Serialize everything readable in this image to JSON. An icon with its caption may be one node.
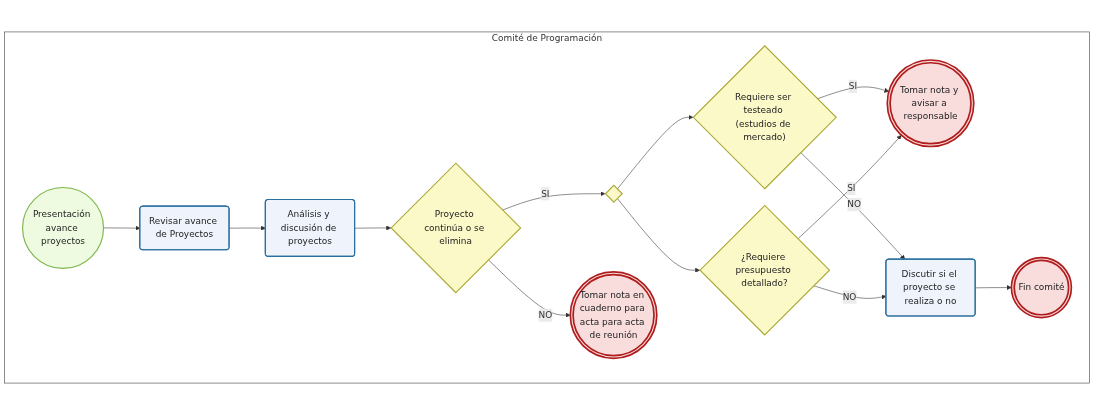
{
  "diagram": {
    "nodes": [
      {
        "text": [
          "Comité de Programación"
        ]
      },
      {
        "text": [
          "Presentación avance proyectos"
        ],
        "in": 0
      },
      {
        "text": [
          "Revisar avance de Proyectos"
        ],
        "in": 0
      },
      {
        "text": [
          "Análisis y discusión de proyectos"
        ],
        "in": 0
      },
      {
        "text": [
          "Proyecto continúa o se elimina"
        ],
        "in": 0
      },
      {
        "text": [
          "Tomar nota en cuaderno para acta para acta de reunión"
        ],
        "in": 0
      },
      {
        "text": [],
        "shape": "diamond",
        "in": 0
      },
      {
        "text": [
          "Requiere ser testeado (estudios de mercado)"
        ],
        "in": 0
      },
      {
        "text": [
          "¿Requiere presupuesto detallado?"
        ],
        "in": 0
      },
      {
        "text": [
          "Tomar nota y avisar a responsable"
        ],
        "in": 0
      },
      {
        "text": [
          "Discutir si el proyecto se realiza o no"
        ],
        "in": 0
      },
      {
        "text": [
          "Fin comité"
        ],
        "in": 0
      }
    ],
    "edges": [
      {
        "from": 1,
        "to": 2,
        "arrow": "to"
      },
      {
        "from": 2,
        "to": 3,
        "arrow": "to"
      },
      {
        "from": 3,
        "to": 4,
        "arrow": "to"
      },
      {
        "from": 4,
        "to": 6,
        "arrow": "to",
        "label": "SI"
      },
      {
        "from": 4,
        "to": 5,
        "arrow": "to",
        "label": "NO"
      },
      {
        "from": 6,
        "to": 7,
        "arrow": "to"
      },
      {
        "from": 6,
        "to": 8,
        "arrow": "to"
      },
      {
        "from": 7,
        "to": 9,
        "arrow": "to",
        "label": "SI"
      },
      {
        "from": 8,
        "to": 9,
        "arrow": "to",
        "label": "SI"
      },
      {
        "from": 7,
        "to": 10,
        "arrow": "to",
        "label": "NO"
      },
      {
        "from": 8,
        "to": 10,
        "arrow": "to",
        "label": "NO"
      },
      {
        "from": 10,
        "to": 11,
        "arrow": "to"
      }
    ]
  }
}
